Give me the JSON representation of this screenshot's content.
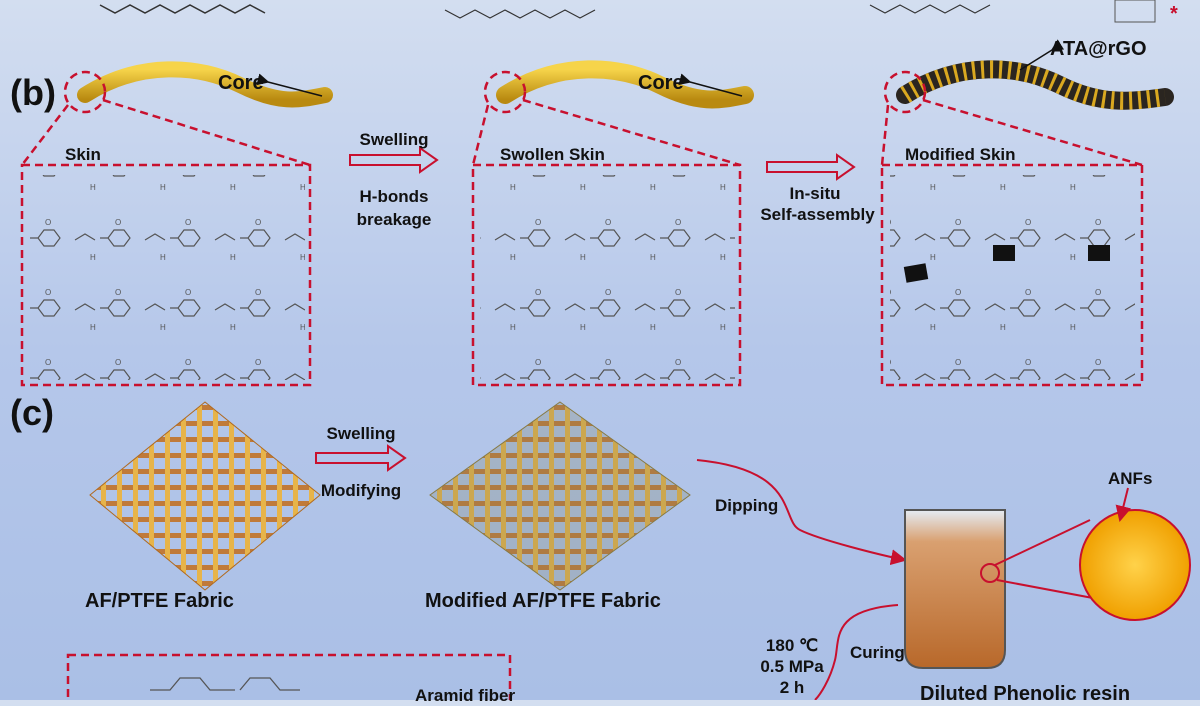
{
  "panel_labels": {
    "b": "(b)",
    "c": "(c)"
  },
  "panel_b": {
    "core_1": "Core",
    "core_2": "Core",
    "ata": "ATA@rGO",
    "skin": "Skin",
    "swollen_skin": "Swollen Skin",
    "modified_skin": "Modified Skin",
    "step1_top": "Swelling",
    "step1_bottom_1": "H-bonds",
    "step1_bottom_2": "breakage",
    "step2_1": "In-situ",
    "step2_2": "Self-assembly"
  },
  "panel_c": {
    "swelling": "Swelling",
    "modifying": "Modifying",
    "fabric_1": "AF/PTFE Fabric",
    "fabric_2": "Modified AF/PTFE Fabric",
    "dipping": "Dipping",
    "anfs": "ANFs",
    "curing": "Curing",
    "cond_temp": "180 ℃",
    "cond_pressure": "0.5 MPa",
    "cond_time": "2 h",
    "resin": "Diluted Phenolic resin",
    "aramid": "Aramid fiber"
  },
  "colors": {
    "accent": "#c8102e",
    "fiber": "#e0b020",
    "bg": "#b5c7ea"
  }
}
